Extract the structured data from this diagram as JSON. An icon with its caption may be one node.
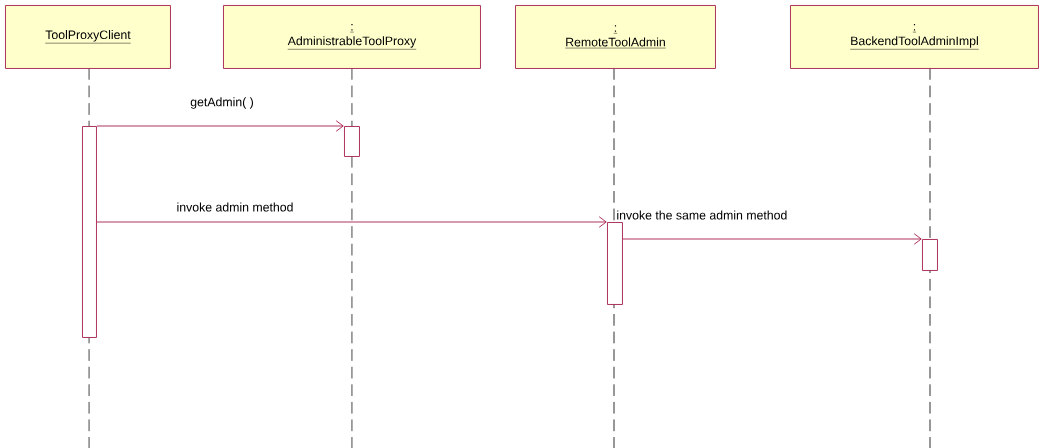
{
  "diagram": {
    "nodes": [
      {
        "text": [
          "ToolProxyClient"
        ]
      },
      {
        "text": [
          ":",
          "AdministrableToolProxy"
        ]
      },
      {
        "text": [
          ":",
          "RemoteToolAdmin"
        ]
      },
      {
        "text": [
          ":",
          "BackendToolAdminImpl"
        ]
      },
      {
        "text": [],
        "shape": "bar"
      },
      {
        "text": [],
        "shape": "bar"
      },
      {
        "text": [],
        "shape": "bar"
      },
      {
        "text": [],
        "shape": "bar"
      }
    ],
    "edges": [
      {
        "from": 4,
        "to": 5,
        "arrow": "to",
        "label": "getAdmin( )"
      },
      {
        "from": 4,
        "to": 6,
        "arrow": "to",
        "label": "invoke admin method"
      },
      {
        "from": 6,
        "to": 7,
        "arrow": "to",
        "label": "invoke the same admin method"
      }
    ]
  }
}
